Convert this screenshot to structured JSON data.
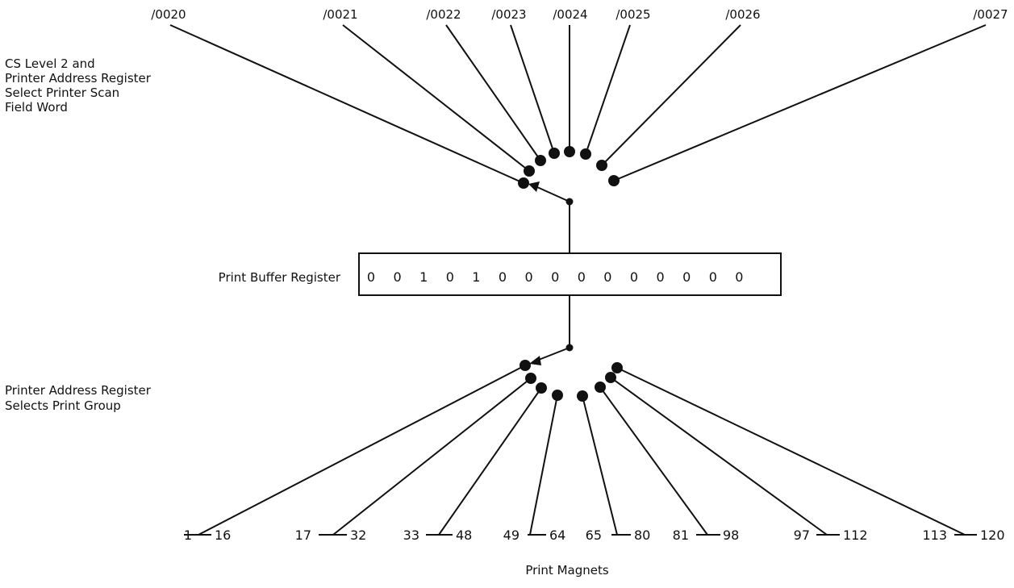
{
  "labels": {
    "scan_lines": [
      "CS Level 2 and",
      "Printer Address Register",
      "Select Printer Scan",
      "Field Word"
    ],
    "group_lines": [
      "Printer Address Register",
      "Selects Print Group"
    ],
    "register_name": "Print Buffer Register",
    "footer": "Print Magnets"
  },
  "top_addresses": [
    "/0020",
    "/0021",
    "/0022",
    "/0023",
    "/0024",
    "/0025",
    "/0026",
    "/0027"
  ],
  "register_bits": [
    "0",
    "0",
    "1",
    "0",
    "1",
    "0",
    "0",
    "0",
    "0",
    "0",
    "0",
    "0",
    "0",
    "0",
    "0"
  ],
  "magnet_groups": [
    {
      "start": "1",
      "end": "16"
    },
    {
      "start": "17",
      "end": "32"
    },
    {
      "start": "33",
      "end": "48"
    },
    {
      "start": "49",
      "end": "64"
    },
    {
      "start": "65",
      "end": "80"
    },
    {
      "start": "81",
      "end": "98"
    },
    {
      "start": "97",
      "end": "112"
    },
    {
      "start": "113",
      "end": "120"
    }
  ]
}
